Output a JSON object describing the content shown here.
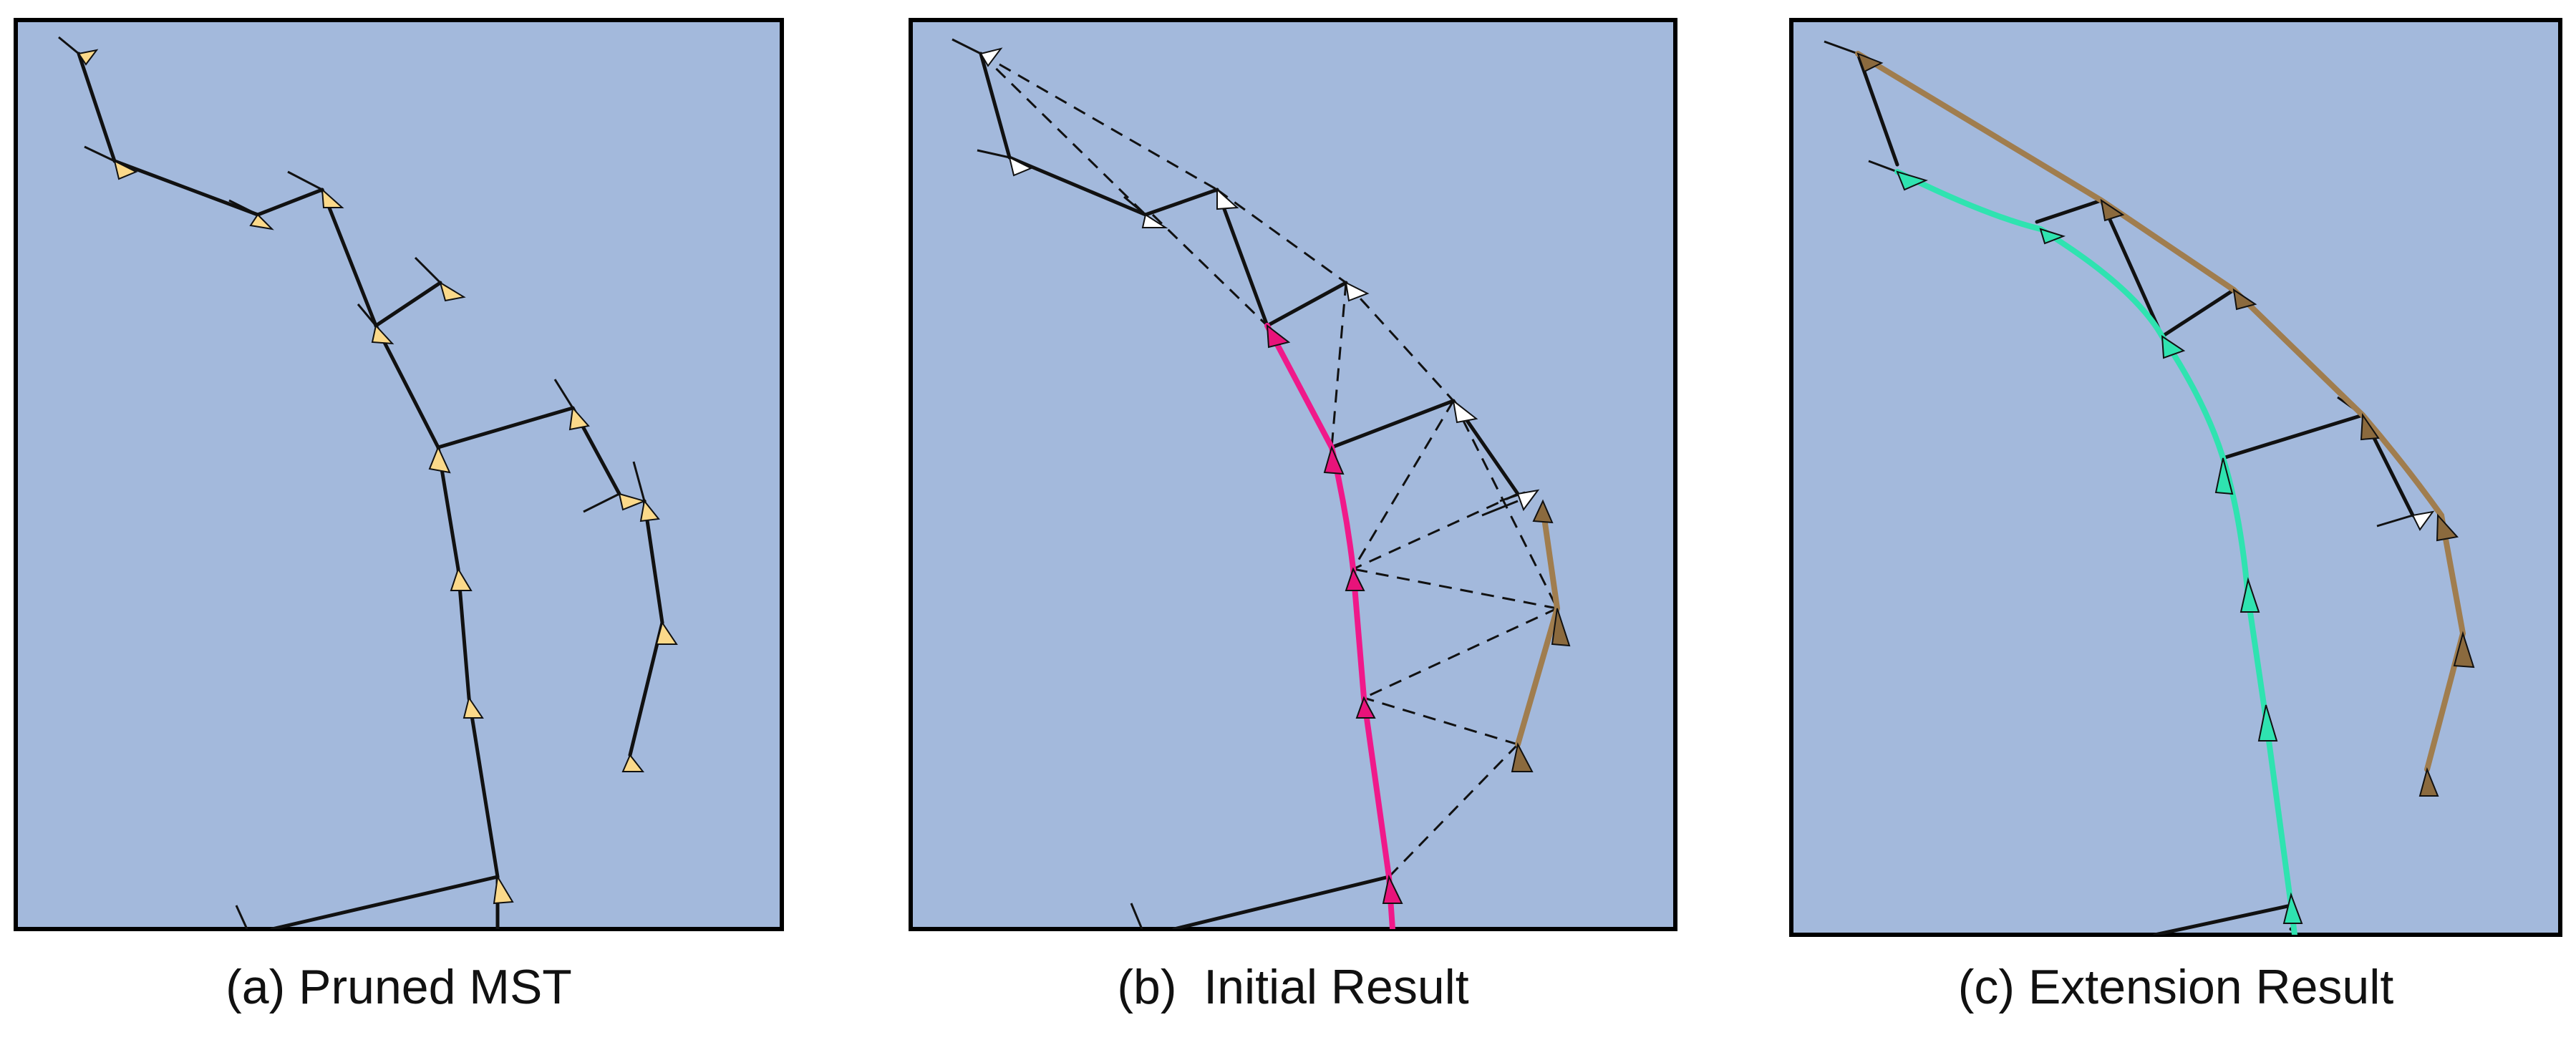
{
  "colors": {
    "background": "#a3b9dc",
    "frame": "#000000",
    "edge": "#111111",
    "node_yellow": "#fbd98a",
    "node_white": "#ffffff",
    "node_magenta": "#e8137a",
    "node_brown": "#8b6a3e",
    "node_teal": "#2fe3b0",
    "path_magenta": "#f0198a",
    "path_brown": "#a07d4e",
    "path_teal": "#2fe3b0"
  },
  "panels": [
    {
      "id": "a",
      "caption": "(a) Pruned MST"
    },
    {
      "id": "b",
      "caption": "(b)  Initial Result"
    },
    {
      "id": "c",
      "caption": "(c) Extension Result"
    }
  ]
}
